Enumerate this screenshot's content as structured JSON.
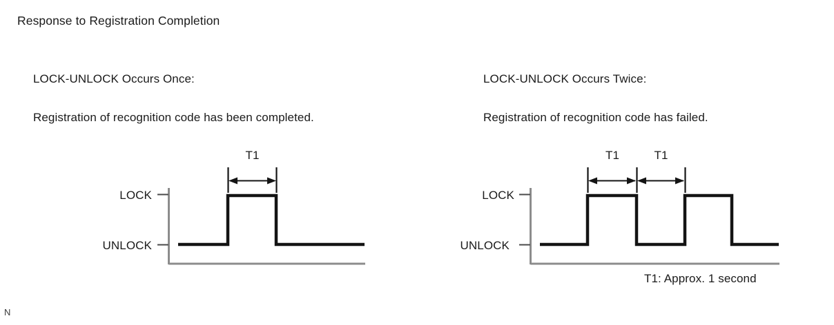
{
  "document": {
    "title": "Response to Registration Completion",
    "page_mark": "N",
    "background_color": "#ffffff",
    "text_color": "#1a1a1a"
  },
  "columns": [
    {
      "id": "once",
      "heading": "LOCK-UNLOCK Occurs Once:",
      "description": "Registration of recognition code has been completed."
    },
    {
      "id": "twice",
      "heading": "LOCK-UNLOCK Occurs Twice:",
      "description": "Registration of recognition code has failed."
    }
  ],
  "footnote": "T1: Approx. 1 second",
  "chart_data": [
    {
      "type": "line",
      "id": "lock-unlock-once",
      "title": "LOCK-UNLOCK Occurs Once",
      "xlabel": "",
      "ylabel": "",
      "grid": false,
      "legend": "none",
      "y_states": [
        "UNLOCK",
        "LOCK"
      ],
      "tick_labels": {
        "high": "LOCK",
        "low": "UNLOCK"
      },
      "annotations": [
        {
          "label": "T1",
          "from": 1,
          "to": 2,
          "kind": "dimension"
        }
      ],
      "series": [
        {
          "name": "lock-signal",
          "color": "#141414",
          "x": [
            0,
            1,
            1,
            2,
            2,
            3
          ],
          "values": [
            "UNLOCK",
            "UNLOCK",
            "LOCK",
            "LOCK",
            "UNLOCK",
            "UNLOCK"
          ]
        }
      ],
      "pulse_count": 1
    },
    {
      "type": "line",
      "id": "lock-unlock-twice",
      "title": "LOCK-UNLOCK Occurs Twice",
      "xlabel": "",
      "ylabel": "",
      "grid": false,
      "legend": "none",
      "y_states": [
        "UNLOCK",
        "LOCK"
      ],
      "tick_labels": {
        "high": "LOCK",
        "low": "UNLOCK"
      },
      "annotations": [
        {
          "label": "T1",
          "from": 1,
          "to": 2,
          "kind": "dimension"
        },
        {
          "label": "T1",
          "from": 2,
          "to": 3,
          "kind": "dimension"
        }
      ],
      "series": [
        {
          "name": "lock-signal",
          "color": "#141414",
          "x": [
            0,
            1,
            1,
            2,
            2,
            3,
            3,
            4,
            4,
            5
          ],
          "values": [
            "UNLOCK",
            "UNLOCK",
            "LOCK",
            "LOCK",
            "UNLOCK",
            "UNLOCK",
            "LOCK",
            "LOCK",
            "UNLOCK",
            "UNLOCK"
          ]
        }
      ],
      "pulse_count": 2
    }
  ],
  "labels": {
    "lock": "LOCK",
    "unlock": "UNLOCK",
    "t1": "T1"
  },
  "colors": {
    "waveform": "#141414",
    "axis": "#8c8c8c",
    "tick": "#4a4a4a"
  }
}
